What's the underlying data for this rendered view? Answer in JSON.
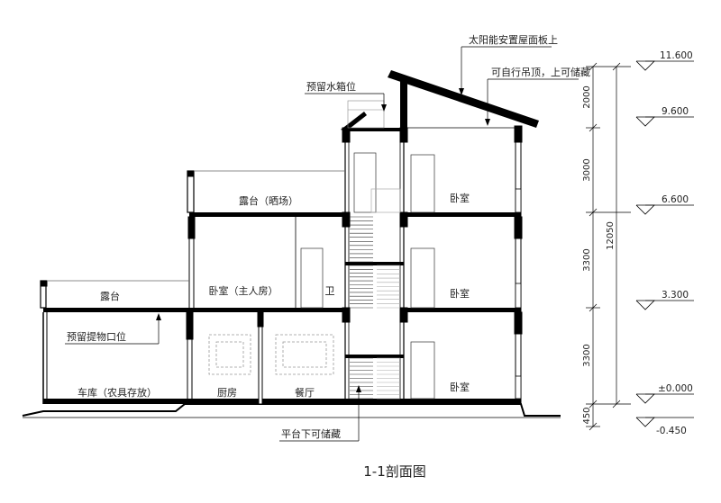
{
  "title": "1-1剖面图",
  "annotations": {
    "solar": "太阳能安置屋面板上",
    "ceiling": "可自行吊顶，上可储藏",
    "tank": "预留水箱位",
    "hoist": "预留提物口位",
    "under_platform": "平台下可储藏"
  },
  "rooms": {
    "terrace_drying": "露台（晒场）",
    "bedroom_3": "卧室",
    "bedroom_2": "卧室",
    "master_bedroom": "卧室（主人房）",
    "bathroom": "卫",
    "terrace": "露台",
    "bedroom_1": "卧室",
    "garage": "车库（农具存放）",
    "kitchen": "厨房",
    "dining": "餐厅"
  },
  "levels": [
    "11.600",
    "9.600",
    "6.600",
    "3.300",
    "±0.000",
    "-0.450"
  ],
  "dimensions": {
    "d_roof": "2000",
    "d_f3": "3000",
    "d_f2": "3300",
    "d_f1": "3300",
    "d_base": "450",
    "d_total": "12050"
  }
}
